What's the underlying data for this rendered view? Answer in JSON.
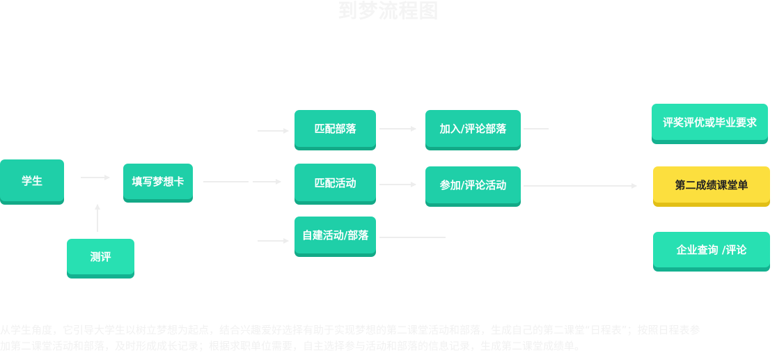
{
  "diagram": {
    "title": "到梦流程图",
    "nodes": {
      "student": "学生",
      "fill_card": "填写梦想卡",
      "assessment": "测评",
      "match_tribe": "匹配部落",
      "match_activity": "匹配活动",
      "create_activity": "自建活动/部落",
      "join_tribe": "加入/评论部落",
      "join_activity": "参加/评论活动",
      "award_requirements": "评奖评优或毕业要求",
      "transcript": "第二成绩课堂单",
      "enterprise_query": "企业查询 /评论"
    },
    "description": [
      "从学生角度，它引导大学生以树立梦想为起点，结合兴趣爱好选择有助于实现梦想的第二课堂活动和部落，生成自己的第二课堂“日程表”；按照日程表参",
      "加第二课堂活动和部落，及时形成成长记录；根据求职单位需要，自主选择参与活动和部落的信息记录，生成第二课堂成绩单。"
    ],
    "colors": {
      "node": "#1fcfa8",
      "node_shadow": "#13a987",
      "highlight": "#fcdf3e",
      "connector": "#ededed"
    }
  }
}
